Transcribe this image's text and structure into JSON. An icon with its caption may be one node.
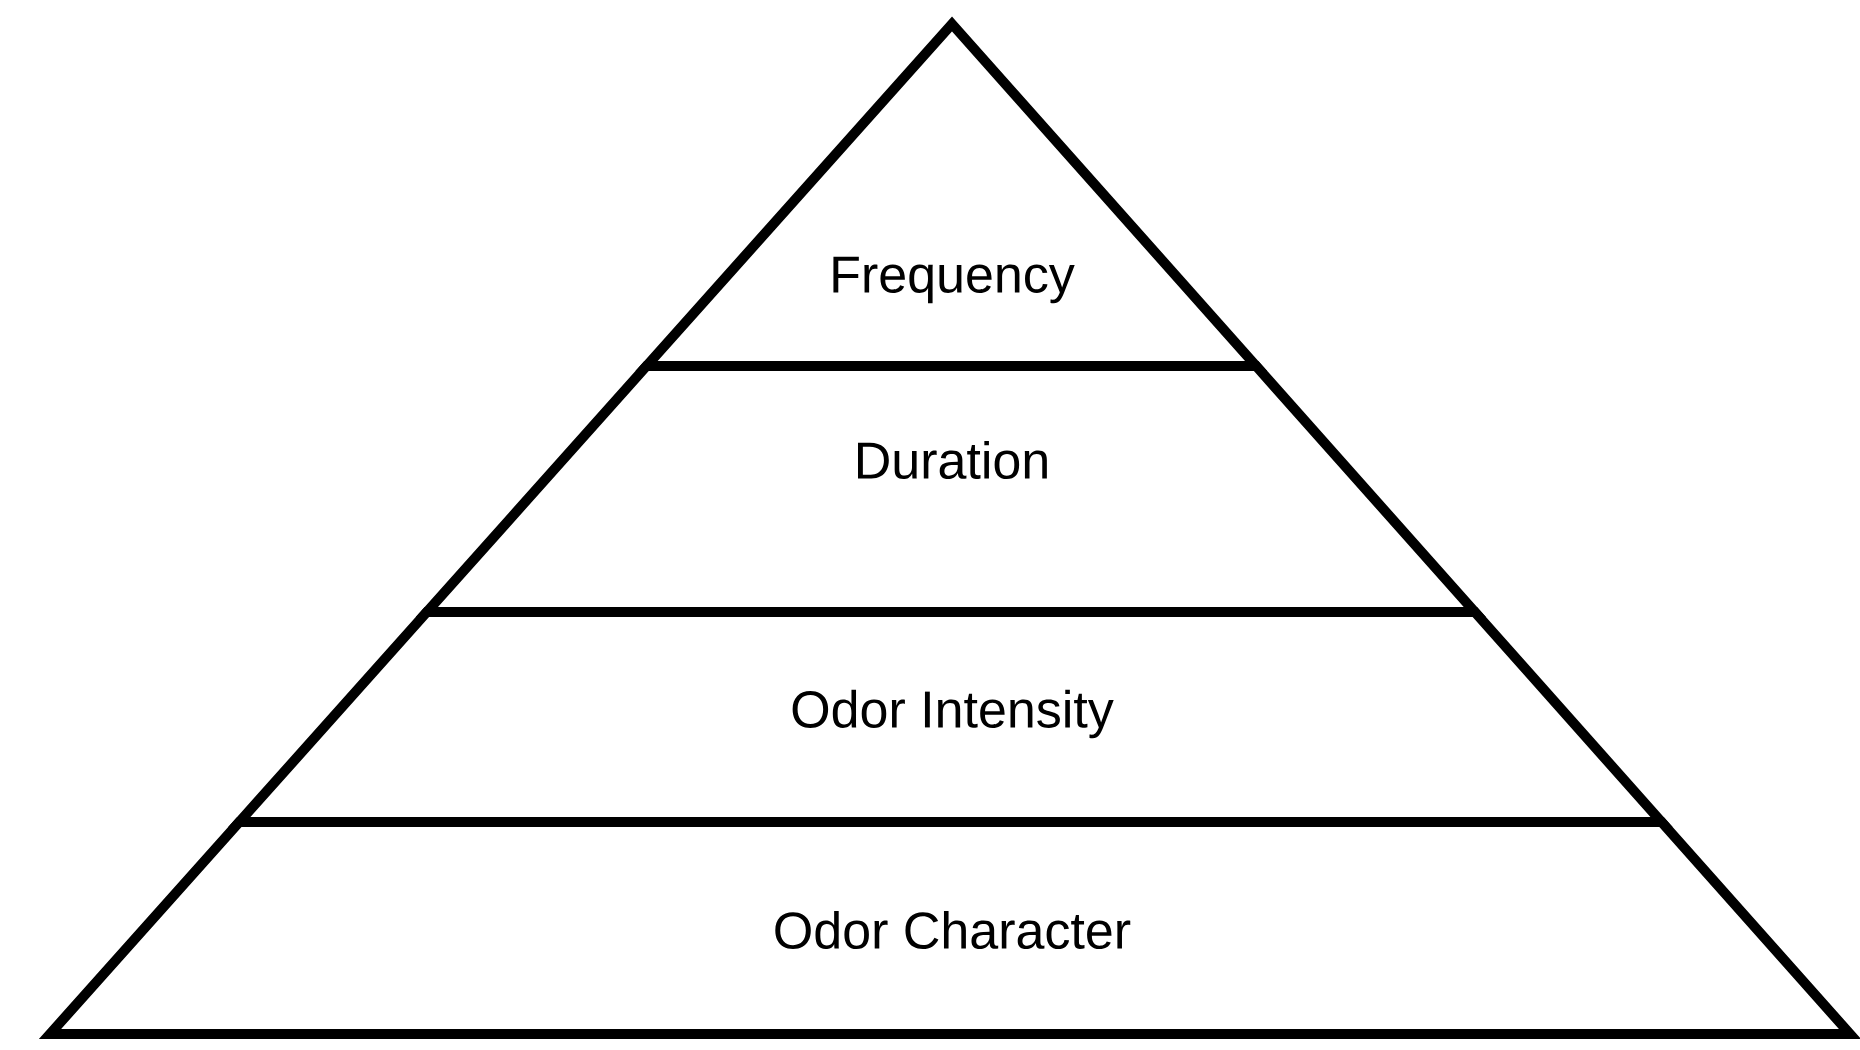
{
  "diagram": {
    "nodes": [
      {
        "text": [
          "Frequency"
        ]
      },
      {
        "text": [
          "Duration"
        ]
      },
      {
        "text": [
          "Odor Intensity"
        ]
      },
      {
        "text": [
          "Odor Character"
        ]
      }
    ]
  }
}
